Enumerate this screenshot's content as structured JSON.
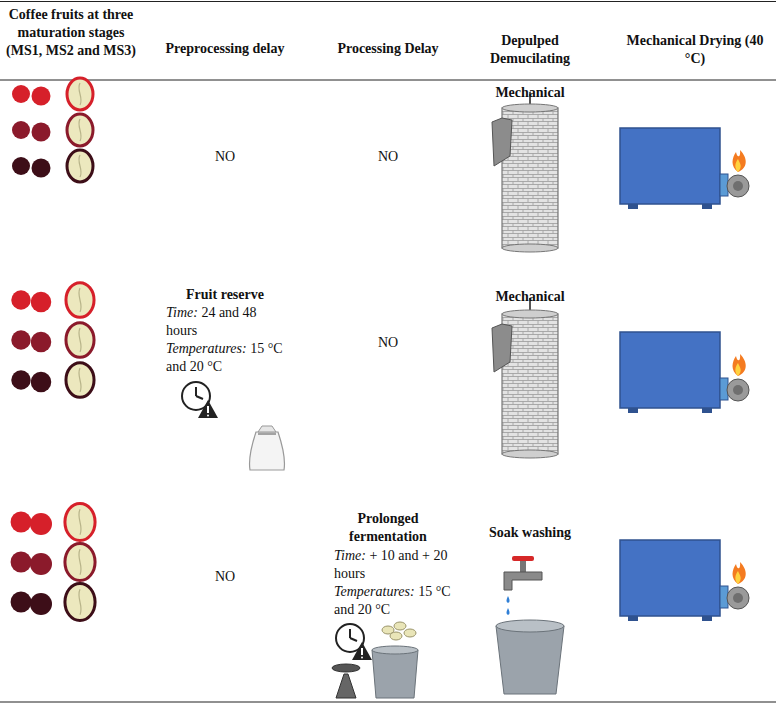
{
  "diagram": {
    "labels": [
      "Coffee fruits at three maturation stages (MS1, MS2 and MS3)",
      "Preprocessing delay",
      "Processing Delay",
      "Depulped Demucilating",
      "Mechanical Drying (40 °C)",
      "NO",
      "NO",
      "Mechanical",
      "Fruit reserve",
      "Time: 24 and 48 hours",
      "Temperatures: 15 °C and 20 °C",
      "NO",
      "Mechanical",
      "NO",
      "Prolonged fermentation",
      "Time: + 10 and + 20 hours",
      "Temperatures: 15 °C and 20 °C",
      "Soak washing"
    ]
  }
}
